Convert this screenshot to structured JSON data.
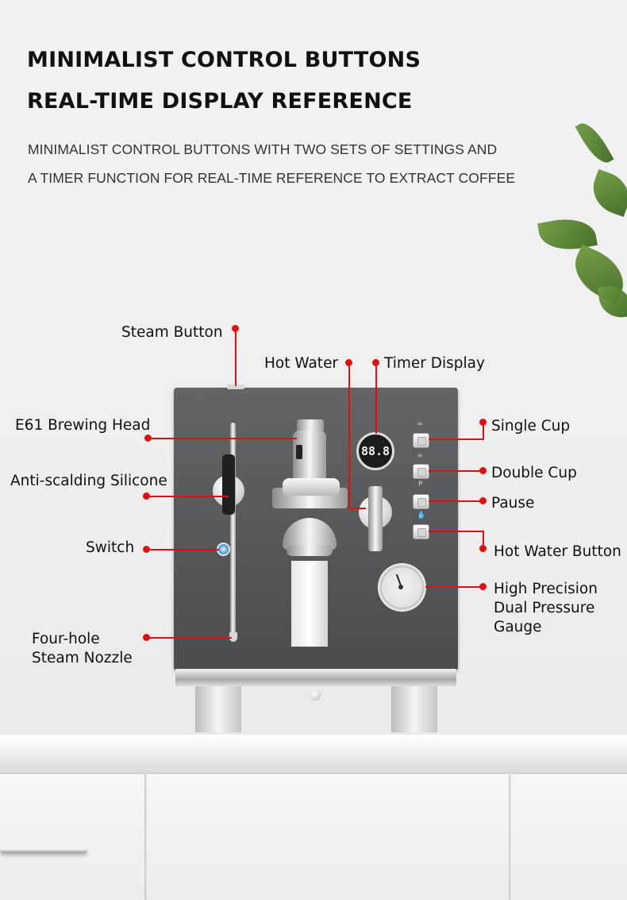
{
  "header": {
    "title_line1": "MINIMALIST CONTROL BUTTONS",
    "title_line2": "REAL-TIME DISPLAY REFERENCE",
    "subtitle_line1": "MINIMALIST CONTROL BUTTONS WITH TWO SETS OF SETTINGS AND",
    "subtitle_line2": "A TIMER FUNCTION FOR REAL-TIME REFERENCE TO EXTRACT COFFEE"
  },
  "labels": {
    "steam_button": "Steam Button",
    "hot_water": "Hot Water",
    "timer_display": "Timer Display",
    "e61_head": "E61 Brewing Head",
    "anti_scalding": "Anti-scalding Silicone",
    "switch": "Switch",
    "nozzle_line1": "Four-hole",
    "nozzle_line2": "Steam Nozzle",
    "single_cup": "Single Cup",
    "double_cup": "Double Cup",
    "pause": "Pause",
    "hot_water_button": "Hot Water Button",
    "gauge_line1": "High Precision",
    "gauge_line2": "Dual Pressure",
    "gauge_line3": "Gauge"
  },
  "machine": {
    "timer_readout": "88.8",
    "pause_symbol": "P"
  },
  "colors": {
    "callout": "#e01010",
    "machine_body": "#58595b"
  },
  "icons": [
    "single-cup-icon",
    "double-cup-icon",
    "hot-water-drop-icon"
  ]
}
